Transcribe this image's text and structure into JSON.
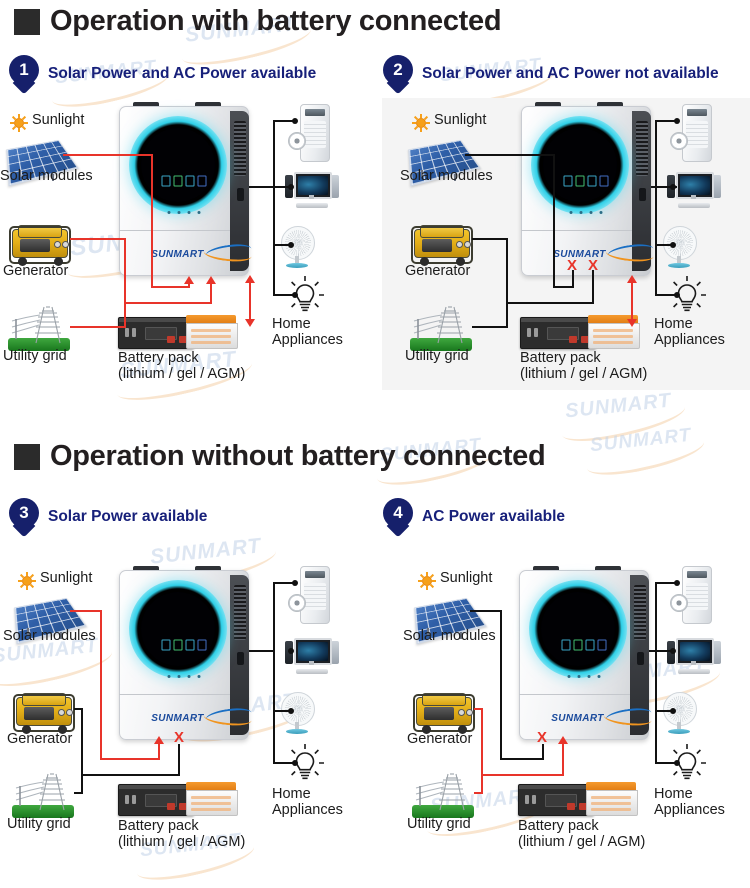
{
  "sections": [
    {
      "title": "Operation with battery connected"
    },
    {
      "title": "Operation without battery connected"
    }
  ],
  "cases": [
    {
      "number": "1",
      "title": "Solar Power and AC Power available"
    },
    {
      "number": "2",
      "title": "Solar Power and AC Power not available"
    },
    {
      "number": "3",
      "title": "Solar Power available"
    },
    {
      "number": "4",
      "title": "AC Power available"
    }
  ],
  "labels": {
    "sunlight": "Sunlight",
    "solar_modules": "Solar modules",
    "generator": "Generator",
    "utility_grid": "Utility grid",
    "battery_line1": "Battery pack",
    "battery_line2": "(lithium / gel / AGM)",
    "home_line1": "Home",
    "home_line2": "Appliances",
    "x_mark": "X"
  },
  "brand": {
    "name": "SUNMART",
    "watermark": "SUNMART"
  },
  "colors": {
    "active_flow": "#e8342a",
    "inactive_flow": "#111111",
    "case_title": "#17207a",
    "pin": "#16206b",
    "section_title": "#231f20",
    "inverter_ring": "#2fd0e8"
  },
  "appliances": [
    "air-conditioner",
    "computer",
    "fan",
    "light-bulb"
  ]
}
